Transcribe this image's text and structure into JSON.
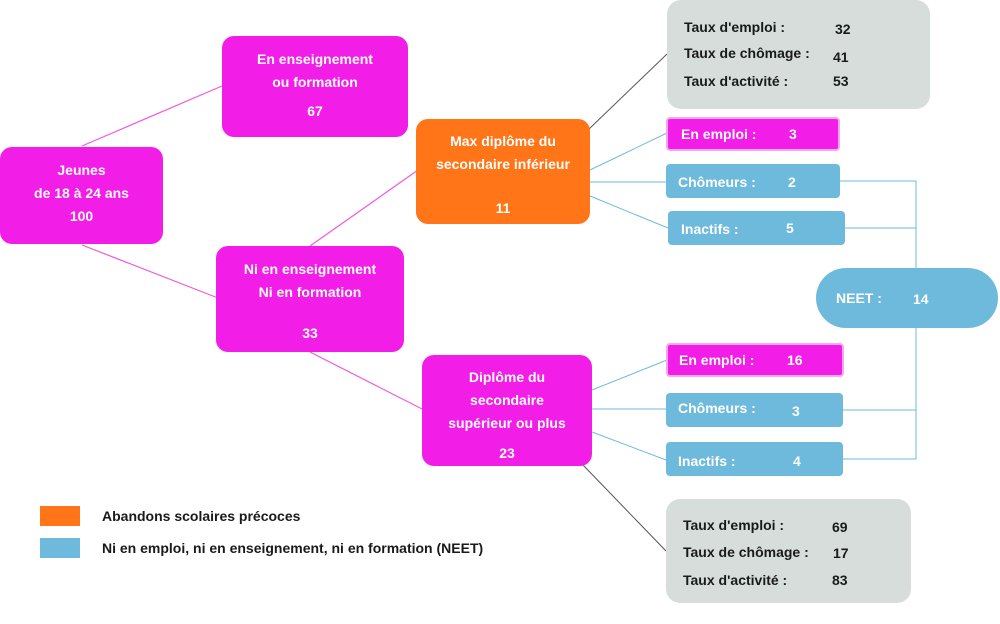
{
  "colors": {
    "magenta": "#f21ee8",
    "orange": "#ff7518",
    "blue": "#6ebadd",
    "grey": "#d6dddb",
    "line_magenta": "#f05ad9",
    "line_blue": "#6ebadd",
    "line_grey": "#555555"
  },
  "root": {
    "line1": "Jeunes",
    "line2": "de 18 à 24 ans",
    "value": "100"
  },
  "in_education": {
    "line1": "En enseignement",
    "line2": "ou formation",
    "value": "67"
  },
  "not_in_education": {
    "line1": "Ni en enseignement",
    "line2": "Ni en formation",
    "value": "33"
  },
  "lower_secondary": {
    "line1": "Max diplôme du",
    "line2": "secondaire inférieur",
    "value": "11"
  },
  "upper_secondary": {
    "line1": "Diplôme du",
    "line2": "secondaire",
    "line3": "supérieur ou plus",
    "value": "23"
  },
  "rates_top": {
    "employment_label": "Taux d'emploi :",
    "employment_value": "32",
    "unemployment_label": "Taux de chômage :",
    "unemployment_value": "41",
    "activity_label": "Taux d'activité :",
    "activity_value": "53"
  },
  "rates_bottom": {
    "employment_label": "Taux d'emploi :",
    "employment_value": "69",
    "unemployment_label": "Taux de chômage :",
    "unemployment_value": "17",
    "activity_label": "Taux d'activité :",
    "activity_value": "83"
  },
  "lower_breakdown": {
    "employed_label": "En emploi :",
    "employed_value": "3",
    "unemployed_label": "Chômeurs :",
    "unemployed_value": "2",
    "inactive_label": "Inactifs :",
    "inactive_value": "5"
  },
  "upper_breakdown": {
    "employed_label": "En emploi :",
    "employed_value": "16",
    "unemployed_label": "Chômeurs :",
    "unemployed_value": "3",
    "inactive_label": "Inactifs :",
    "inactive_value": "4"
  },
  "neet": {
    "label": "NEET :",
    "value": "14"
  },
  "legend": {
    "early_leavers": "Abandons scolaires précoces",
    "neet": "Ni en emploi, ni en enseignement, ni en formation (NEET)"
  }
}
